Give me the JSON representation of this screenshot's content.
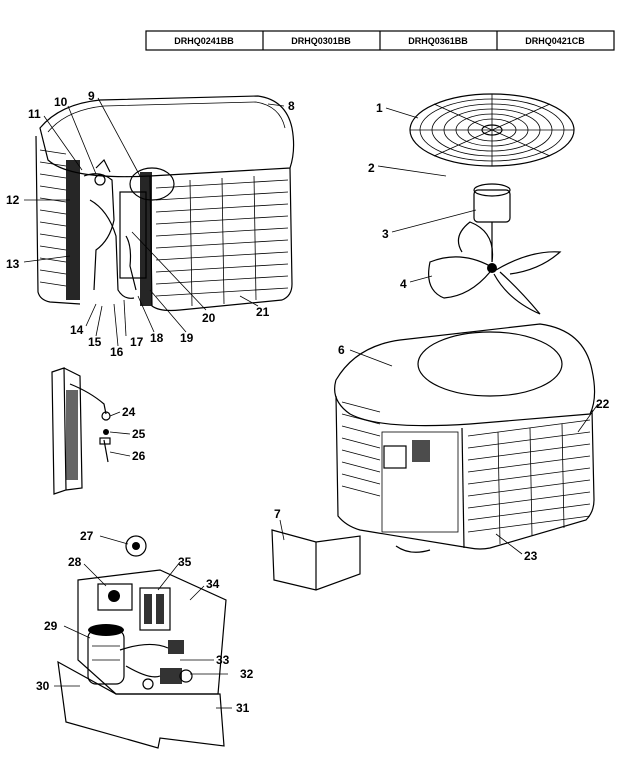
{
  "models": [
    "DRHQ0241BB",
    "DRHQ0301BB",
    "DRHQ0361BB",
    "DRHQ0421CB"
  ],
  "part_numbers": [
    "1",
    "2",
    "3",
    "4",
    "6",
    "7",
    "8",
    "9",
    "10",
    "11",
    "12",
    "13",
    "14",
    "15",
    "16",
    "17",
    "18",
    "19",
    "20",
    "21",
    "22",
    "23",
    "24",
    "25",
    "26",
    "27",
    "28",
    "29",
    "30",
    "31",
    "32",
    "33",
    "34",
    "35"
  ]
}
